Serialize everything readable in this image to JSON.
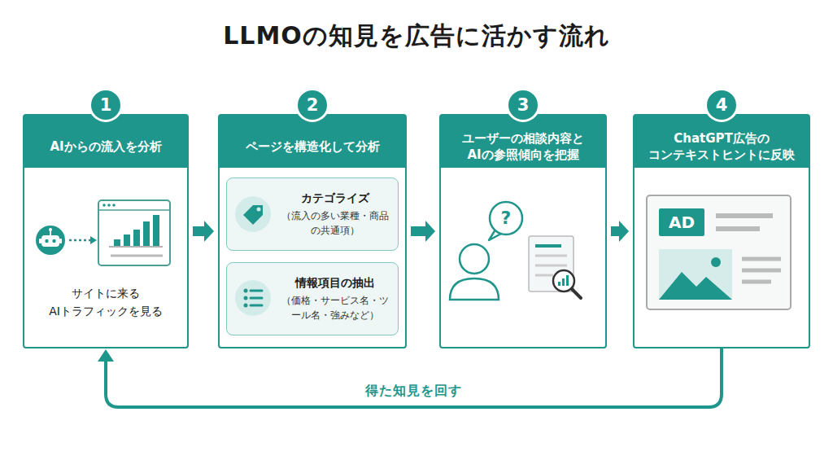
{
  "diagram": {
    "title": "LLMOの知見を広告に活かす流れ",
    "nodes": [
      {
        "text": [
          "1",
          "AIからの流入を分析",
          "サイトに来る AIトラフィックを見る"
        ]
      },
      {
        "text": [
          "2",
          "ページを構造化して分析"
        ]
      },
      {
        "text": [
          "カテゴライズ",
          "（流入の多い業種・商品の共通項）"
        ],
        "in": 1
      },
      {
        "text": [
          "情報項目の抽出",
          "（価格・サービス名・ツール名・強みなど）"
        ],
        "in": 1
      },
      {
        "text": [
          "3",
          "ユーザーの相談内容と AIの参照傾向を把握"
        ]
      },
      {
        "text": [
          "4",
          "ChatGPT広告の コンテキストヒントに反映"
        ]
      }
    ],
    "edges": [
      {
        "from": 0,
        "to": 1,
        "arrow": "to"
      },
      {
        "from": 1,
        "to": 4,
        "arrow": "to"
      },
      {
        "from": 4,
        "to": 5,
        "arrow": "to"
      },
      {
        "from": 5,
        "to": 0,
        "label": "得た知見を回す",
        "arrow": "to"
      }
    ],
    "labels": [
      "?",
      "AD"
    ]
  }
}
